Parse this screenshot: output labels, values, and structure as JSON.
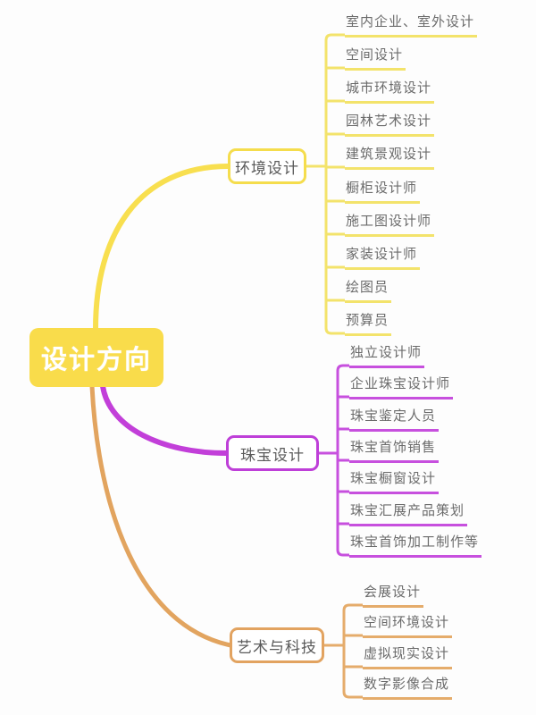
{
  "root": {
    "label": "设计方向"
  },
  "branches": [
    {
      "label": "环境设计",
      "color": "#f5dd4d",
      "children": [
        "室内企业、室外设计",
        "空间设计",
        "城市环境设计",
        "园林艺术设计",
        "建筑景观设计",
        "橱柜设计师",
        "施工图设计师",
        "家装设计师",
        "绘图员",
        "预算员"
      ]
    },
    {
      "label": "珠宝设计",
      "color": "#be3fd8",
      "children": [
        "独立设计师",
        "企业珠宝设计师",
        "珠宝鉴定人员",
        "珠宝首饰销售",
        "珠宝橱窗设计",
        "珠宝汇展产品策划",
        "珠宝首饰加工制作等"
      ]
    },
    {
      "label": "艺术与科技",
      "color": "#e2a360",
      "children": [
        "会展设计",
        "空间环境设计",
        "虚拟现实设计",
        "数字影像合成"
      ]
    }
  ],
  "colors": {
    "root_fill": "#f9dc4b",
    "root_text": "#ffffff",
    "background": "#fdfdfd"
  }
}
